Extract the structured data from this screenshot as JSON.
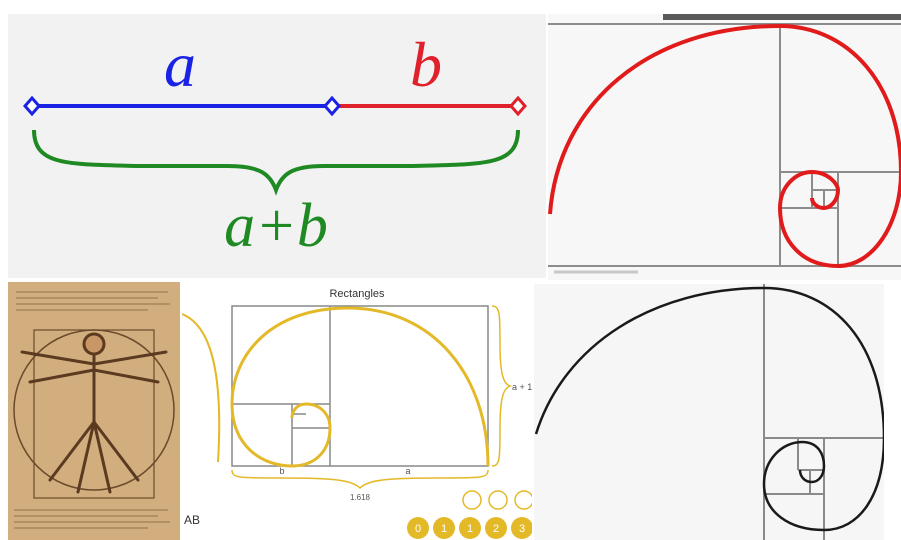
{
  "golden_ratio_diagram": {
    "label_a": "a",
    "label_b": "b",
    "label_sum": "a+b",
    "color_a": "#1a22e6",
    "color_b": "#e0202a",
    "color_sum": "#1f8a24"
  },
  "red_spiral_tile": {
    "spiral_color": "#e11b1b"
  },
  "vitruvian_tile": {
    "paper_color": "#cfa877"
  },
  "rectangles_tile": {
    "title": "Rectangles",
    "label_a": "a",
    "label_b": "b",
    "label_side": "a + 1",
    "label_bottom": "1.618",
    "left_label": "AB",
    "spiral_color": "#e3b928",
    "buttons": [
      "0",
      "1",
      "1",
      "2",
      "3"
    ]
  },
  "black_spiral_tile": {
    "spiral_color": "#1a1a1a"
  }
}
